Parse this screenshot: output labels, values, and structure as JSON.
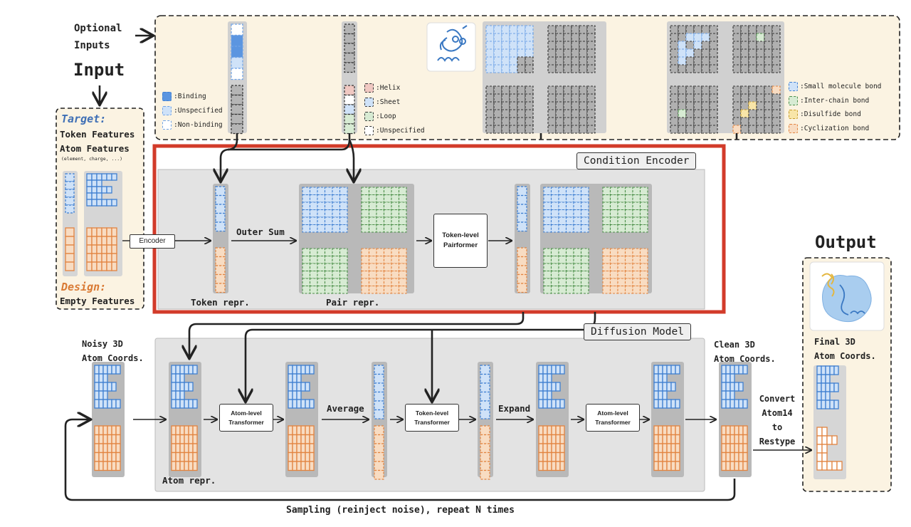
{
  "colors": {
    "beige": "#fbf3e2",
    "panel_gray": "#e3e3e3",
    "track_gray": "#b9b9b9",
    "blue": "#3f7fd1",
    "blue_fill": "#cfe2f8",
    "blue_mid": "#6fa3e6",
    "orange": "#e28440",
    "orange_fill": "#f8dcc2",
    "green": "#4c8f4a",
    "green_fill": "#d7ebd3",
    "red_frame": "#d23b2a",
    "pink_fill": "#f0c8c2",
    "yellow": "#e4b740",
    "yellow_fill": "#f8e5a8",
    "dark": "#222222"
  },
  "optional_inputs": {
    "label_line1": "Optional",
    "label_line2": "Inputs",
    "binding_legend": [
      {
        "icon": "binding-swatch",
        "label": ":Binding"
      },
      {
        "icon": "unspecified-swatch",
        "label": ":Unspecified"
      },
      {
        "icon": "non-binding-swatch",
        "label": ":Non-binding"
      }
    ],
    "ss_legend": [
      {
        "icon": "helix-swatch",
        "label": ":Helix"
      },
      {
        "icon": "sheet-swatch",
        "label": ":Sheet"
      },
      {
        "icon": "loop-swatch",
        "label": ":Loop"
      },
      {
        "icon": "unspecified-swatch",
        "label": ":Unspecified"
      }
    ],
    "bond_legend": [
      {
        "icon": "small-molecule-bond-swatch",
        "label": ":Small molecule bond"
      },
      {
        "icon": "inter-chain-bond-swatch",
        "label": ":Inter-chain bond"
      },
      {
        "icon": "disulfide-bond-swatch",
        "label": ":Disulfide bond"
      },
      {
        "icon": "cyclization-bond-swatch",
        "label": ":Cyclization bond"
      }
    ]
  },
  "input": {
    "heading": "Input",
    "target_label": "Target:",
    "token_features": "Token Features",
    "atom_features": "Atom Features",
    "atom_features_note": "(element, charge, ...)",
    "design_label": "Design:",
    "empty_features": "Empty Features",
    "encoder_label": "Encoder"
  },
  "condition_encoder": {
    "title": "Condition Encoder",
    "outer_sum": "Outer Sum",
    "pairformer_line1": "Token-level",
    "pairformer_line2": "Pairformer",
    "token_repr": "Token repr.",
    "pair_repr": "Pair repr."
  },
  "diffusion": {
    "title": "Diffusion Model",
    "noisy_line1": "Noisy 3D",
    "noisy_line2": "Atom Coords.",
    "atom_repr": "Atom repr.",
    "atom_transformer_line1": "Atom-level",
    "atom_transformer_line2": "Transformer",
    "average": "Average",
    "token_transformer_line1": "Token-level",
    "token_transformer_line2": "Transformer",
    "expand": "Expand",
    "clean_line1": "Clean 3D",
    "clean_line2": "Atom Coords.",
    "convert_lines": [
      "Convert",
      "Atom14",
      "to",
      "Restype"
    ],
    "sampling_note": "Sampling (reinject noise), repeat N times"
  },
  "output": {
    "heading": "Output",
    "final_line1": "Final 3D",
    "final_line2": "Atom Coords."
  }
}
